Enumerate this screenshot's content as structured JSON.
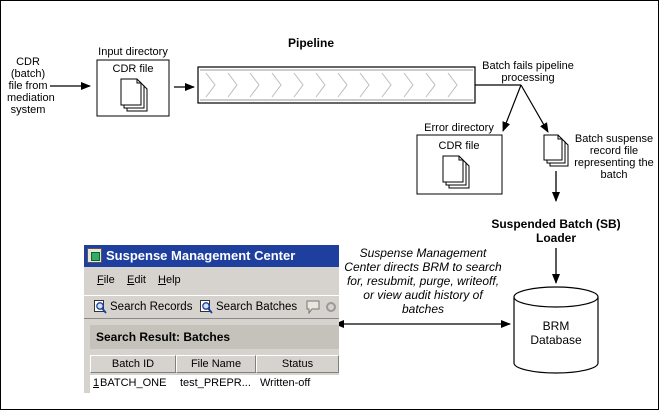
{
  "diagram": {
    "cdr_source": "CDR\n(batch)\nfile from\nmediation\nsystem",
    "input_directory": "Input directory",
    "input_file": "CDR file",
    "pipeline": "Pipeline",
    "batch_fails": "Batch fails pipeline\nprocessing",
    "error_directory": "Error directory",
    "error_file": "CDR file",
    "suspense_record": "Batch suspense\nrecord file\nrepresenting the\nbatch",
    "sb_loader": "Suspended Batch  (SB)\nLoader",
    "smc_directs": "Suspense Management\nCenter directs BRM to search\nfor, resubmit, purge, writeoff,\nor view audit history of\nbatches",
    "brm_database": "BRM\nDatabase"
  },
  "window": {
    "title": "Suspense Management Center",
    "menu": [
      {
        "accel": "F",
        "rest": "ile"
      },
      {
        "accel": "E",
        "rest": "dit"
      },
      {
        "accel": "H",
        "rest": "elp"
      }
    ],
    "toolbar": [
      "Search Records",
      "Search Batches"
    ],
    "result_header": "Search Result: Batches",
    "columns": [
      "Batch ID",
      "File Name",
      "Status"
    ],
    "rows": [
      {
        "num": "1",
        "batch_id": "BATCH_ONE",
        "file_name": "test_PREPR...",
        "status": "Written-off"
      }
    ]
  },
  "colors": {
    "title_bar": "#1f3f9f",
    "window_face": "#d6d3ce",
    "line": "#000000"
  }
}
